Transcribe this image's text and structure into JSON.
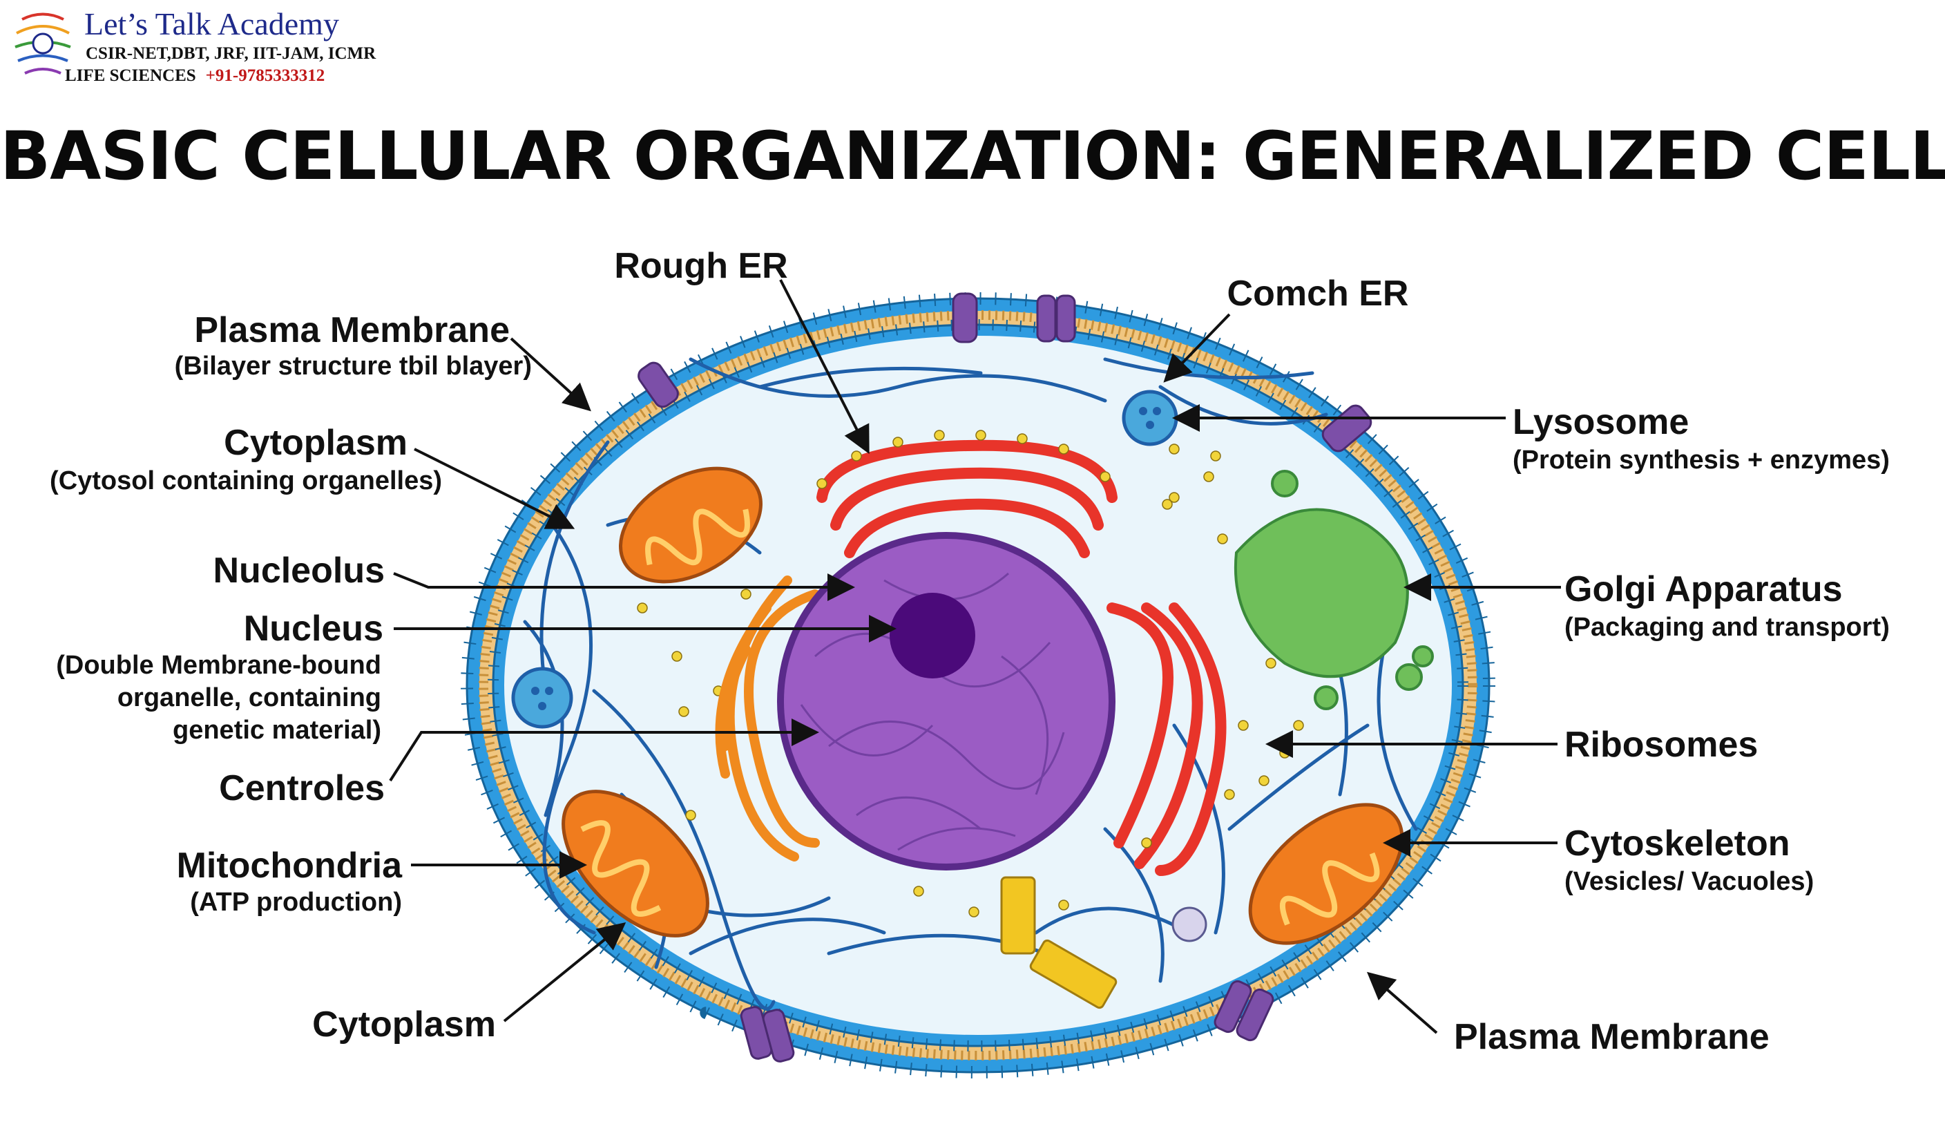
{
  "logo": {
    "title": "Let’s Talk Academy",
    "line1": "CSIR-NET,DBT, JRF, IIT-JAM, ICMR",
    "line2": "LIFE SCIENCES",
    "phone": "+91-9785333312"
  },
  "title": "BASIC CELLULAR ORGANIZATION: GENERALIZED CELL",
  "labels": {
    "rough_er": "Rough ER",
    "comch_er": "Comch ER",
    "plasma_membrane_top": "Plasma Membrane",
    "plasma_membrane_top_sub": "(Bilayer structure tbil blayer)",
    "cytoplasm_top": "Cytoplasm",
    "cytoplasm_top_sub": "(Cytosol containing organelles)",
    "nucleolus": "Nucleolus",
    "nucleus": "Nucleus",
    "nucleus_sub1": "(Double Membrane-bound",
    "nucleus_sub2": "organelle, containing",
    "nucleus_sub3": "genetic material)",
    "centroles": "Centroles",
    "mitochondria": "Mitochondria",
    "mitochondria_sub": "(ATP production)",
    "cytoplasm_bottom": "Cytoplasm",
    "lysosome": "Lysosome",
    "lysosome_sub": "(Protein synthesis + enzymes)",
    "golgi": "Golgi Apparatus",
    "golgi_sub": "(Packaging and transport)",
    "ribosomes": "Ribosomes",
    "cytoskeleton": "Cytoskeleton",
    "cytoskeleton_sub": "(Vesicles/ Vacuoles)",
    "plasma_membrane_bottom": "Plasma Membrane"
  },
  "colors": {
    "membrane_outer": "#1f8fd0",
    "membrane_inner": "#e8b96a",
    "cytoplasm": "#eaf5fb",
    "nucleus": "#9b5cc4",
    "nucleolus": "#4b0a7a",
    "rough_er": "#e8342a",
    "mitochondria": "#f07c1e",
    "golgi": "#6fbf5a",
    "centrioles": "#f2c622",
    "lysosome": "#4aa8dc",
    "ribosome": "#f1d43a",
    "cytoskeleton": "#1f5fa8",
    "protein": "#7c4fa8"
  }
}
